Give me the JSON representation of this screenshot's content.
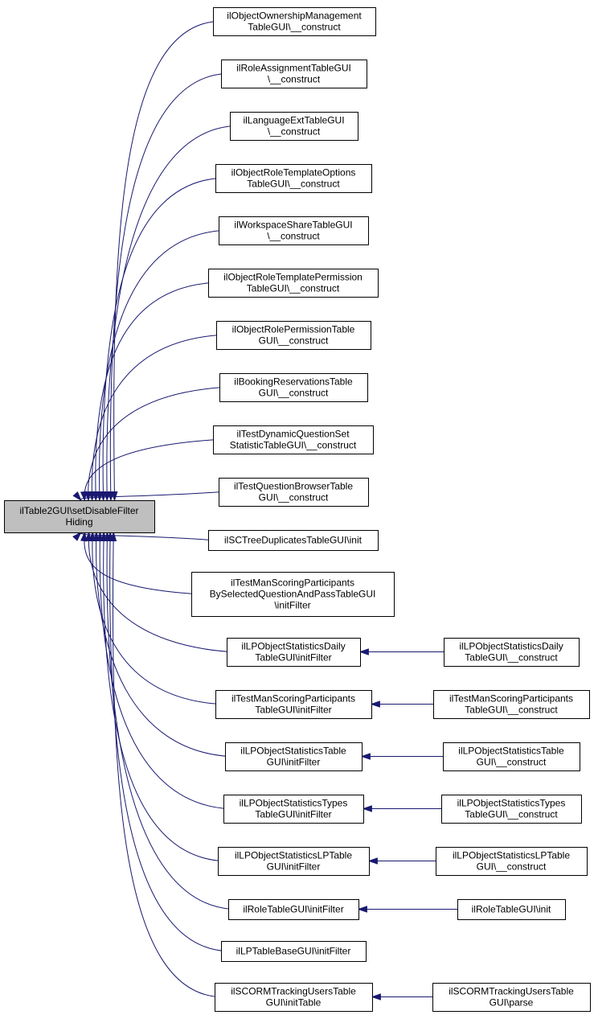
{
  "colors": {
    "edge": "#191970",
    "root_fill": "#bfbfbf",
    "node_fill": "#ffffff",
    "border": "#000000"
  },
  "root": {
    "id": "root",
    "lines": [
      "ilTable2GUI\\setDisableFilter",
      "Hiding"
    ]
  },
  "callers": [
    {
      "id": "n1",
      "lines": [
        "ilObjectOwnershipManagement",
        "TableGUI\\__construct"
      ]
    },
    {
      "id": "n2",
      "lines": [
        "ilRoleAssignmentTableGUI",
        "\\__construct"
      ]
    },
    {
      "id": "n3",
      "lines": [
        "ilLanguageExtTableGUI",
        "\\__construct"
      ]
    },
    {
      "id": "n4",
      "lines": [
        "ilObjectRoleTemplateOptions",
        "TableGUI\\__construct"
      ]
    },
    {
      "id": "n5",
      "lines": [
        "ilWorkspaceShareTableGUI",
        "\\__construct"
      ]
    },
    {
      "id": "n6",
      "lines": [
        "ilObjectRoleTemplatePermission",
        "TableGUI\\__construct"
      ]
    },
    {
      "id": "n7",
      "lines": [
        "ilObjectRolePermissionTable",
        "GUI\\__construct"
      ]
    },
    {
      "id": "n8",
      "lines": [
        "ilBookingReservationsTable",
        "GUI\\__construct"
      ]
    },
    {
      "id": "n9",
      "lines": [
        "ilTestDynamicQuestionSet",
        "StatisticTableGUI\\__construct"
      ]
    },
    {
      "id": "n10",
      "lines": [
        "ilTestQuestionBrowserTable",
        "GUI\\__construct"
      ]
    },
    {
      "id": "n11",
      "lines": [
        "ilSCTreeDuplicatesTableGUI\\init"
      ]
    },
    {
      "id": "n12",
      "lines": [
        "ilTestManScoringParticipants",
        "BySelectedQuestionAndPassTableGUI",
        "\\initFilter"
      ]
    },
    {
      "id": "n13",
      "lines": [
        "ilLPObjectStatisticsDaily",
        "TableGUI\\initFilter"
      ]
    },
    {
      "id": "n14",
      "lines": [
        "ilTestManScoringParticipants",
        "TableGUI\\initFilter"
      ]
    },
    {
      "id": "n15",
      "lines": [
        "ilLPObjectStatisticsTable",
        "GUI\\initFilter"
      ]
    },
    {
      "id": "n16",
      "lines": [
        "ilLPObjectStatisticsTypes",
        "TableGUI\\initFilter"
      ]
    },
    {
      "id": "n17",
      "lines": [
        "ilLPObjectStatisticsLPTable",
        "GUI\\initFilter"
      ]
    },
    {
      "id": "n18",
      "lines": [
        "ilRoleTableGUI\\initFilter"
      ]
    },
    {
      "id": "n19",
      "lines": [
        "ilLPTableBaseGUI\\initFilter"
      ]
    },
    {
      "id": "n20",
      "lines": [
        "ilSCORMTrackingUsersTable",
        "GUI\\initTable"
      ]
    }
  ],
  "outer_callers": [
    {
      "id": "m13",
      "target": "n13",
      "lines": [
        "ilLPObjectStatisticsDaily",
        "TableGUI\\__construct"
      ]
    },
    {
      "id": "m14",
      "target": "n14",
      "lines": [
        "ilTestManScoringParticipants",
        "TableGUI\\__construct"
      ]
    },
    {
      "id": "m15",
      "target": "n15",
      "lines": [
        "ilLPObjectStatisticsTable",
        "GUI\\__construct"
      ]
    },
    {
      "id": "m16",
      "target": "n16",
      "lines": [
        "ilLPObjectStatisticsTypes",
        "TableGUI\\__construct"
      ]
    },
    {
      "id": "m17",
      "target": "n17",
      "lines": [
        "ilLPObjectStatisticsLPTable",
        "GUI\\__construct"
      ]
    },
    {
      "id": "m18",
      "target": "n18",
      "lines": [
        "ilRoleTableGUI\\init"
      ]
    },
    {
      "id": "m20",
      "target": "n20",
      "lines": [
        "ilSCORMTrackingUsersTable",
        "GUI\\parse"
      ]
    }
  ]
}
